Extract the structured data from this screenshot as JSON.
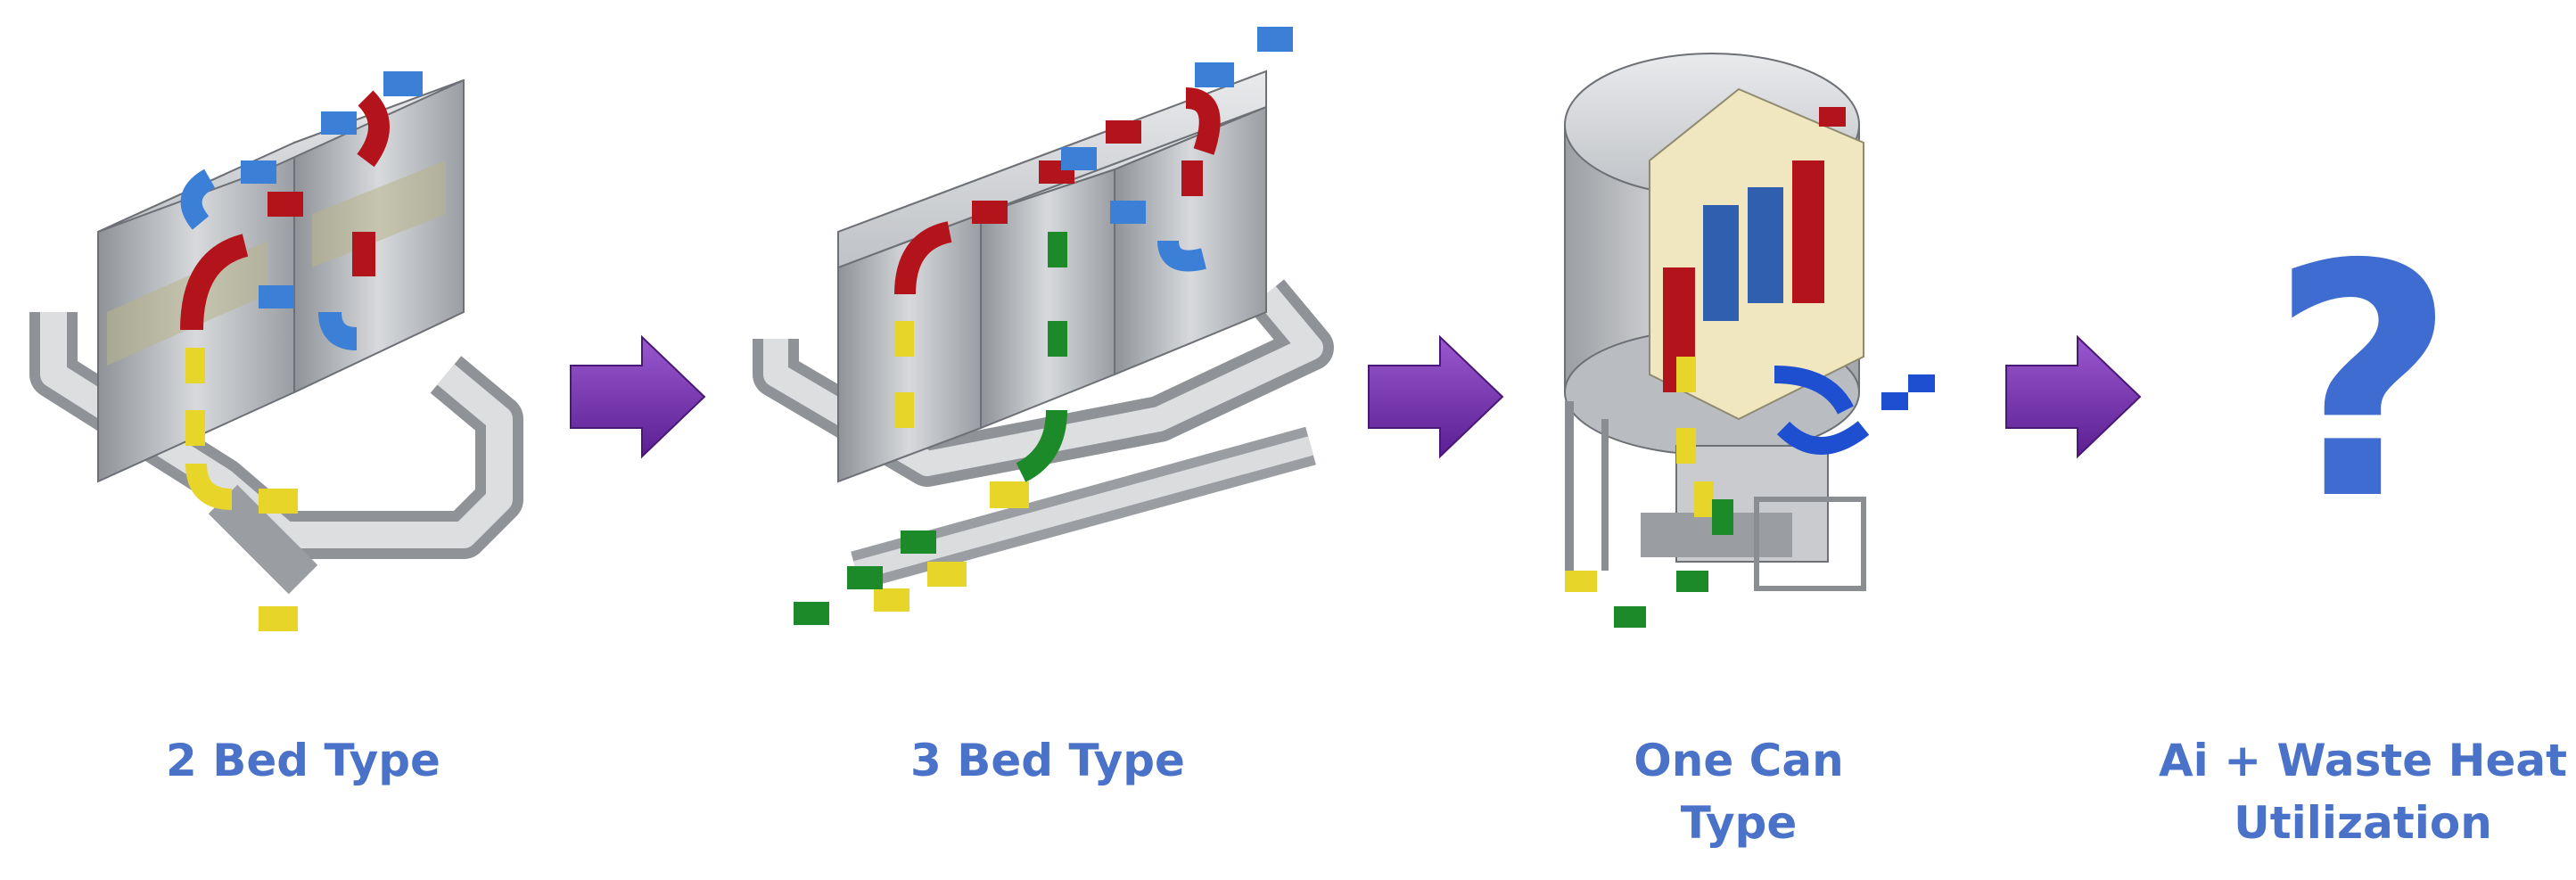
{
  "diagram": {
    "stages": [
      {
        "label": [
          "2 Bed Type"
        ]
      },
      {
        "label": [
          "3 Bed Type"
        ]
      },
      {
        "label": [
          "One Can",
          "Type"
        ]
      },
      {
        "label": [
          "Ai + Waste Heat",
          "Utilization"
        ]
      }
    ],
    "unknown_symbol": "?",
    "colors": {
      "caption": "#4a72c8",
      "arrow": "#7a34b0",
      "question_mark": "#3f6cd1",
      "hot_flow": "#b3141c",
      "cold_flow": "#3b7fd6",
      "inlet_flow": "#e8d52a",
      "purge_flow": "#1d8a2a"
    },
    "icons": [
      "rto-2-bed-icon",
      "rto-3-bed-icon",
      "rto-one-can-icon",
      "flow-arrow-icon",
      "question-mark-icon"
    ]
  }
}
